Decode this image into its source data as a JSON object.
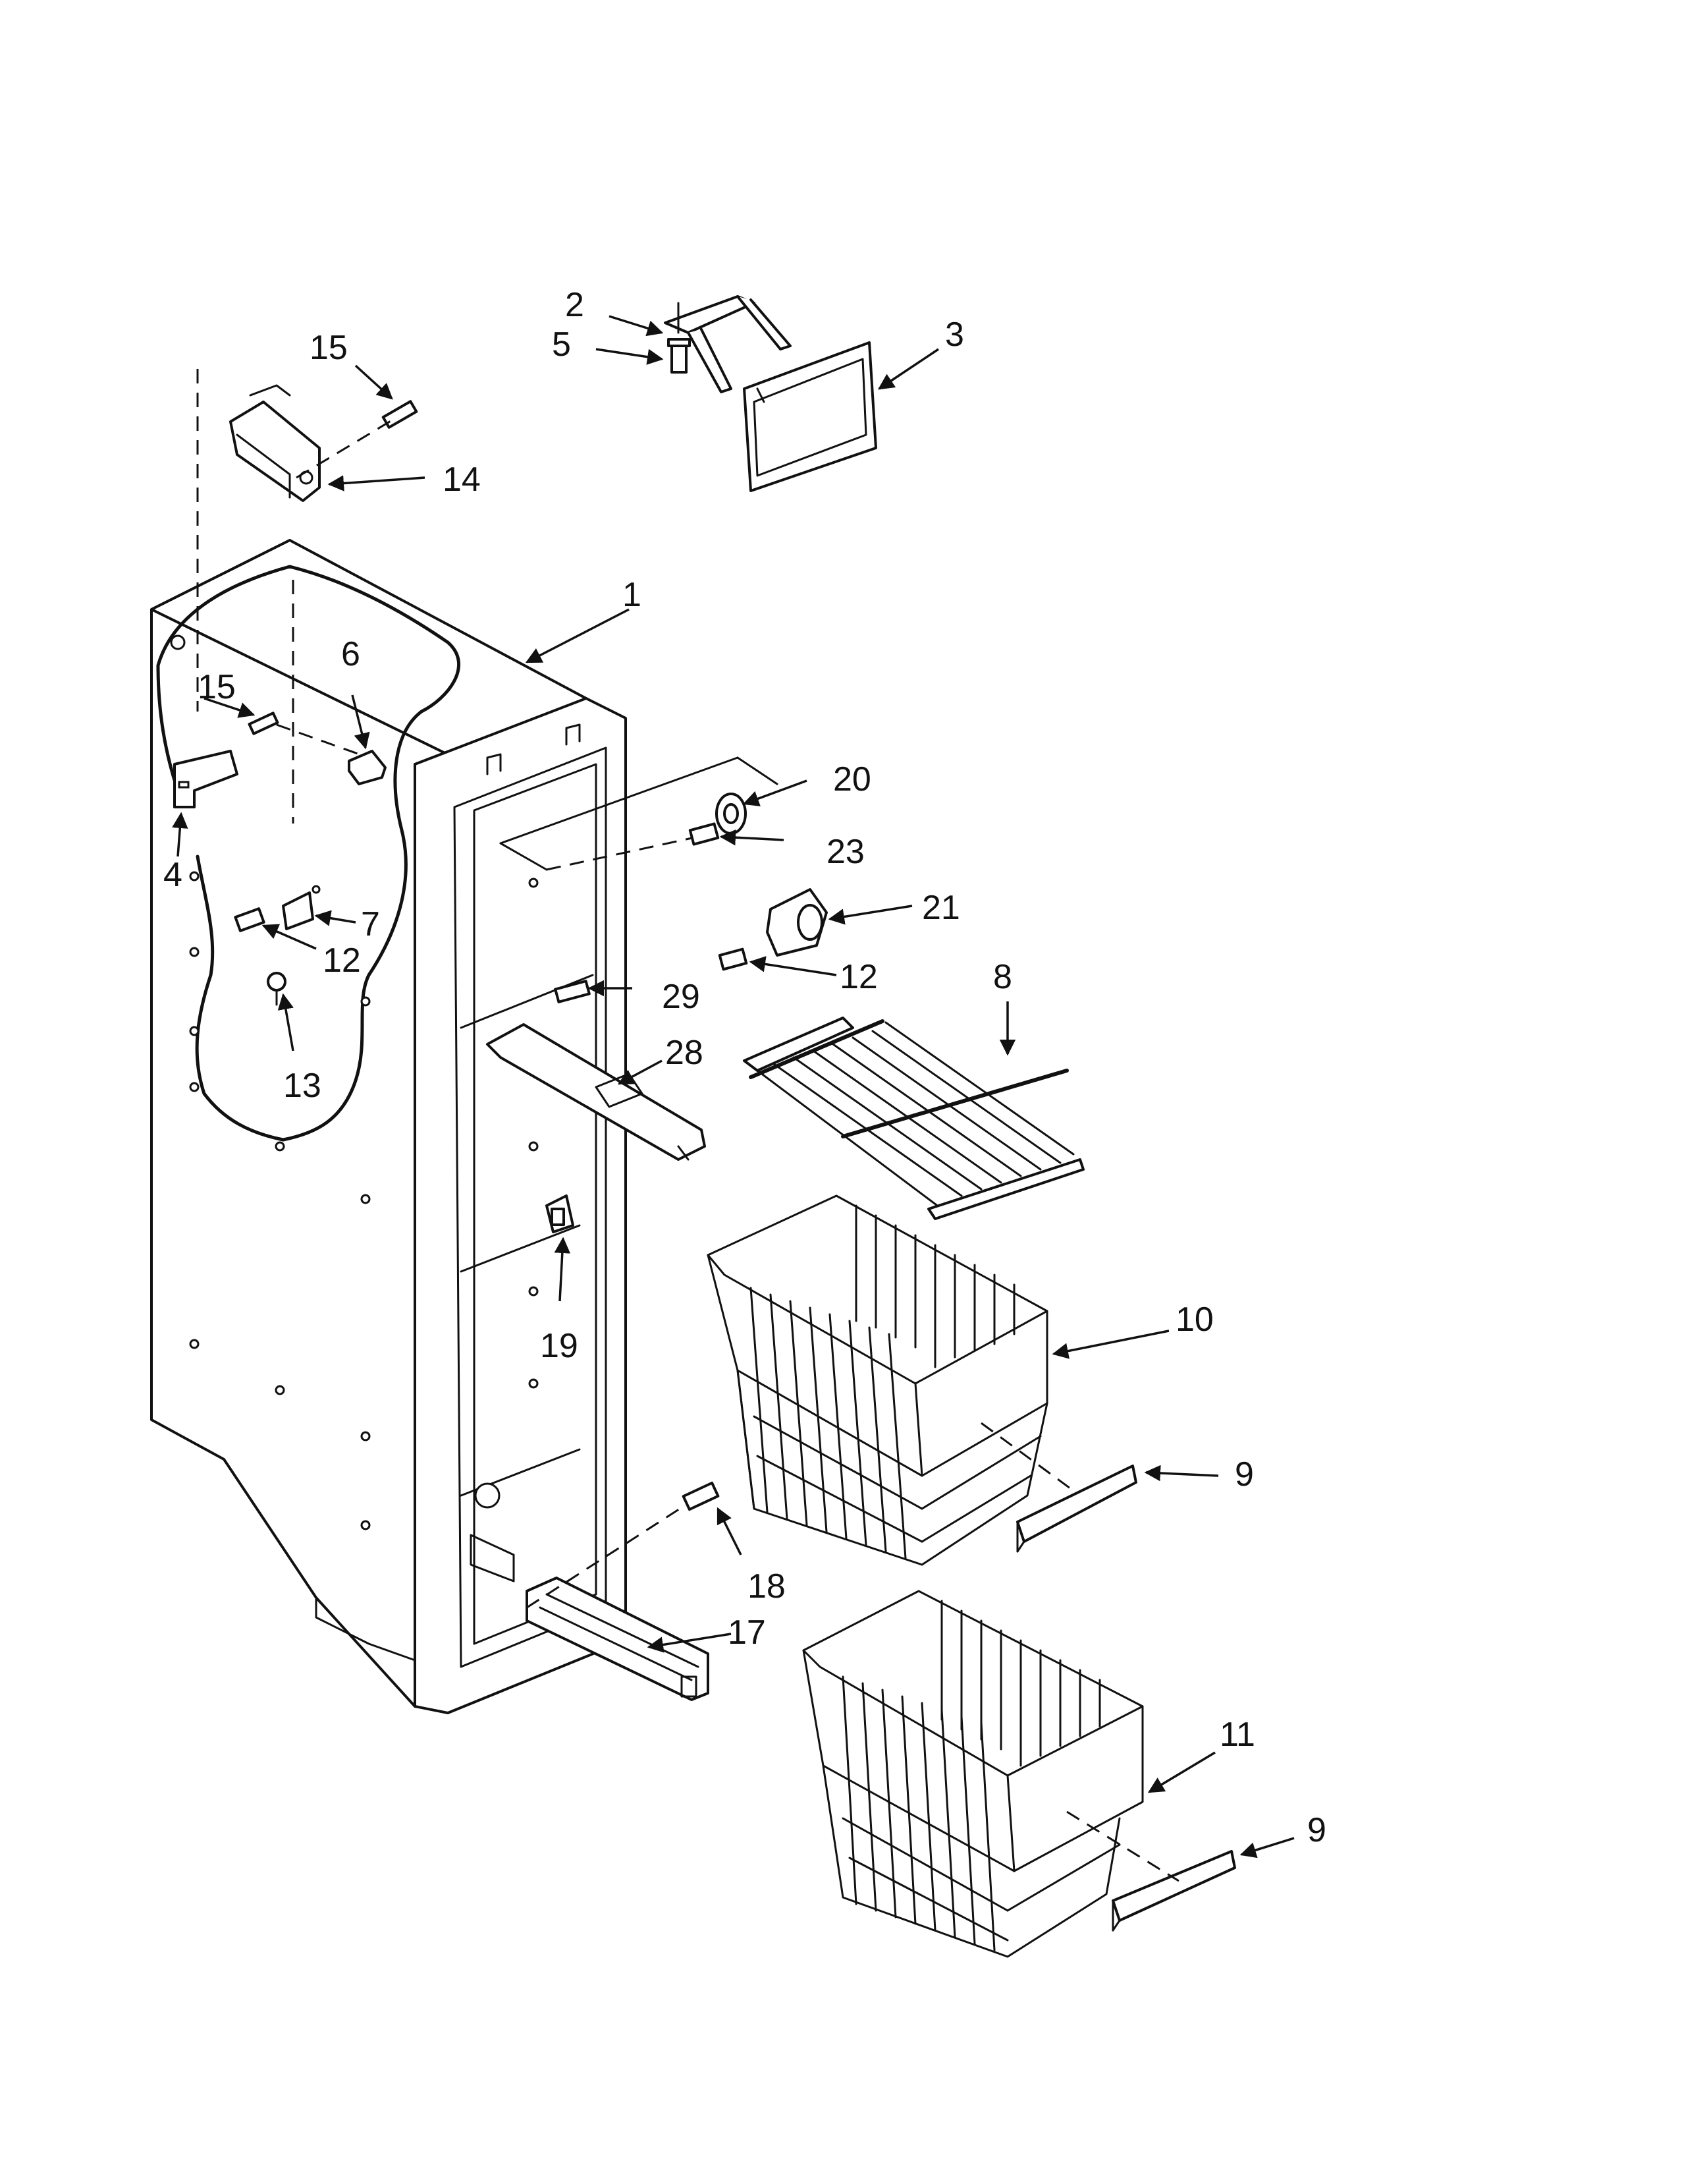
{
  "callouts": [
    {
      "id": "c1",
      "label": "1"
    },
    {
      "id": "c2",
      "label": "2"
    },
    {
      "id": "c3",
      "label": "3"
    },
    {
      "id": "c4",
      "label": "4"
    },
    {
      "id": "c5",
      "label": "5"
    },
    {
      "id": "c6",
      "label": "6"
    },
    {
      "id": "c7",
      "label": "7"
    },
    {
      "id": "c8",
      "label": "8"
    },
    {
      "id": "c9a",
      "label": "9"
    },
    {
      "id": "c9b",
      "label": "9"
    },
    {
      "id": "c10",
      "label": "10"
    },
    {
      "id": "c11",
      "label": "11"
    },
    {
      "id": "c12a",
      "label": "12"
    },
    {
      "id": "c12b",
      "label": "12"
    },
    {
      "id": "c13",
      "label": "13"
    },
    {
      "id": "c14",
      "label": "14"
    },
    {
      "id": "c15a",
      "label": "15"
    },
    {
      "id": "c15b",
      "label": "15"
    },
    {
      "id": "c17",
      "label": "17"
    },
    {
      "id": "c18",
      "label": "18"
    },
    {
      "id": "c19",
      "label": "19"
    },
    {
      "id": "c20",
      "label": "20"
    },
    {
      "id": "c21",
      "label": "21"
    },
    {
      "id": "c23",
      "label": "23"
    },
    {
      "id": "c28",
      "label": "28"
    },
    {
      "id": "c29",
      "label": "29"
    }
  ]
}
